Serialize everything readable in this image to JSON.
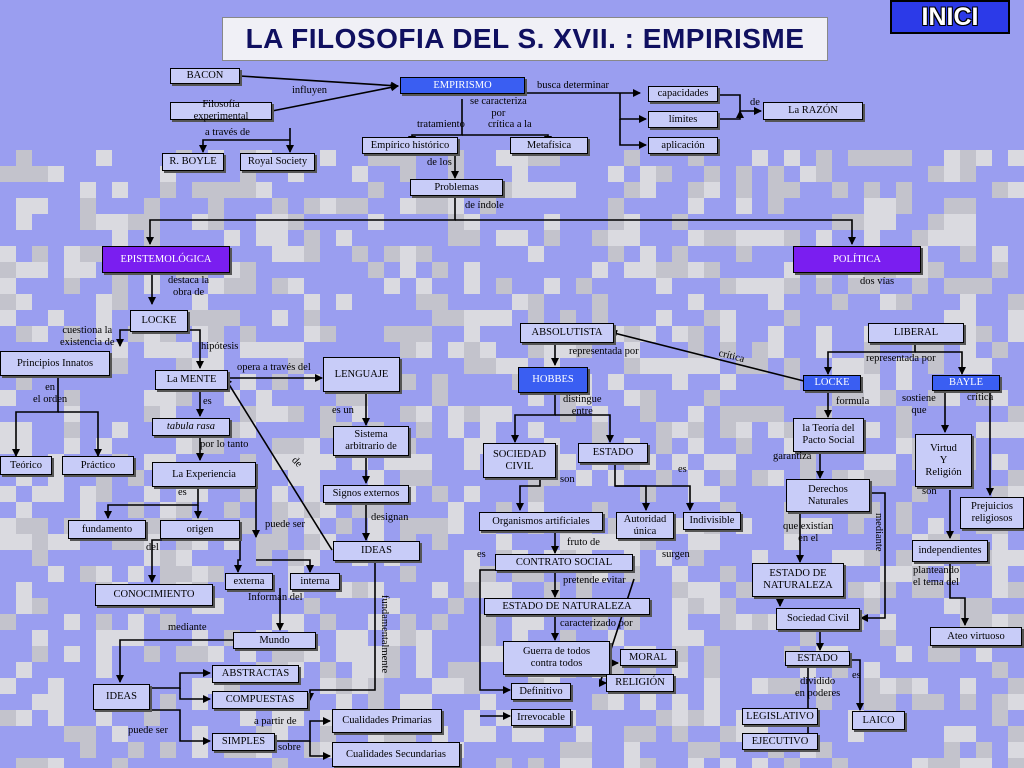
{
  "header": {
    "title": "LA FILOSOFIA DEL S. XVII. : EMPIRISME",
    "home_button": "INICI"
  },
  "colors": {
    "background": "#9a9ef0",
    "node": "#c8ccf8",
    "highlight_node": "#3a5ef2",
    "purple_node": "#7a1ef0",
    "title_text": "#101060"
  },
  "nodes": {
    "bacon": "BACON",
    "filosofia_experimental": "Filosofía experimental",
    "r_boyle": "R. BOYLE",
    "royal_society": "Royal Society",
    "empirismo": "EMPIRISMO",
    "empirico_historico": "Empírico histórico",
    "metafisica": "Metafísica",
    "capacidades": "capacidades",
    "limites": "límites",
    "aplicacion": "aplicación",
    "la_razon": "La RAZÓN",
    "problemas": "Problemas",
    "epistemologica": "EPISTEMOLÓGICA",
    "politica": "POLÍTICA",
    "locke_epist": "LOCKE",
    "principios_innatos": "Principios Innatos",
    "teorico": "Teórico",
    "practico": "Práctico",
    "la_mente": "La MENTE",
    "tabula_rasa": "tabula rasa",
    "la_experiencia": "La Experiencia",
    "fundamento": "fundamento",
    "origen": "origen",
    "conocimiento": "CONOCIMIENTO",
    "externa": "externa",
    "interna": "interna",
    "mundo": "Mundo",
    "lenguaje": "LENGUAJE",
    "sistema_arbitrario": "Sistema\narbitrario de",
    "signos_externos": "Signos externos",
    "ideas_mid": "IDEAS",
    "ideas_left": "IDEAS",
    "abstractas": "ABSTRACTAS",
    "compuestas": "COMPUESTAS",
    "simples": "SIMPLES",
    "cualidades_primarias": "Cualidades Primarias",
    "cualidades_secundarias": "Cualidades Secundarias",
    "absolutista": "ABSOLUTISTA",
    "hobbes": "HOBBES",
    "sociedad_civil": "SOCIEDAD\nCIVIL",
    "estado_hobbes": "ESTADO",
    "organismos_artificiales": "Organismos artificiales",
    "autoridad_unica": "Autoridad\núnica",
    "indivisible": "Indivisible",
    "contrato_social": "CONTRATO SOCIAL",
    "estado_de_naturaleza_h": "ESTADO DE NATURALEZA",
    "guerra_de_todos": "Guerra de todos\ncontra todos",
    "moral": "MORAL",
    "religion": "RELIGIÓN",
    "definitivo": "Definitivo",
    "irrevocable": "Irrevocable",
    "liberal": "LIBERAL",
    "locke_pol": "LOCKE",
    "bayle": "BAYLE",
    "teoria_pacto": "la Teoría del\nPacto Social",
    "derechos_naturales": "Derechos\nNaturales",
    "estado_de_naturaleza_l": "ESTADO DE\nNATURALEZA",
    "sociedad_civil_l": "Sociedad Civil",
    "estado_locke": "ESTADO",
    "legislativo": "LEGISLATIVO",
    "ejecutivo": "EJECUTIVO",
    "laico": "LAICO",
    "virtud_religion": "Virtud\nY\nReligión",
    "prejuicios_religiosos": "Prejuicios\nreligiosos",
    "independientes": "independientes",
    "ateo_virtuoso": "Ateo virtuoso"
  },
  "labels": {
    "influyen": "influyen",
    "a_traves_de": "a través de",
    "busca_determinar": "busca determinar",
    "se_caracteriza_por": "se caracteriza\npor",
    "tratamiento": "tratamiento",
    "critica_a_la": "crítica a la",
    "de_razon": "de",
    "de_los": "de los",
    "de_indole": "de índole",
    "destaca_la_obra_de": "destaca la\nobra de",
    "dos_vias": "dos vías",
    "cuestiona_la": "cuestiona la\nexistencia de",
    "hipotesis": "hipótesis",
    "en_el_orden": "en\nel orden",
    "opera_a_traves_del": "opera a través del",
    "es_mente": "es",
    "por_lo_tanto": "por lo tanto",
    "es_un": "es un",
    "de_diag": "de",
    "es_experiencia": "es",
    "del": "del",
    "puede_ser_exp": "puede ser",
    "designan": "designan",
    "informan_del": "Informan del",
    "mediante_left": "mediante",
    "fundamentalmente": "fundamentalmente",
    "puede_ser_ideas": "puede ser",
    "a_partir_de": "a partir de",
    "sobre": "sobre",
    "representada_por_h": "representada por",
    "distingue_entre": "distingue\nentre",
    "son_hobbes": "son",
    "es_estado": "es",
    "fruto_de": "fruto de",
    "es_contrato": "es",
    "surgen": "surgen",
    "pretende_evitar": "pretende evitar",
    "caracterizado_por": "caracterizado por",
    "critica_diag": "crítica",
    "representada_por_l": "representada por",
    "formula": "formula",
    "sostiene_que": "sostiene\nque",
    "critica_bayle": "crítica",
    "garantiza": "garantiza",
    "son_bayle": "son",
    "que_existian": "que existían\nen el",
    "mediante_right": "mediante",
    "planteando": "planteando\nel tema del",
    "dividido": "dividido\nen poderes",
    "es_estado_l": "es"
  }
}
